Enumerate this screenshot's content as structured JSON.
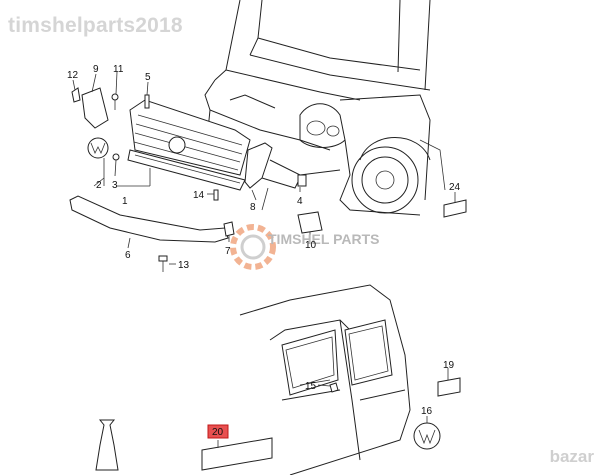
{
  "watermark": "timshelparts2018",
  "logo_text": "TIMSHEL PARTS",
  "corner_text": "bazar",
  "callouts": {
    "c1": "1",
    "c2": "2",
    "c3": "3",
    "c4": "4",
    "c5": "5",
    "c6": "6",
    "c7": "7",
    "c8": "8",
    "c9": "9",
    "c10": "10",
    "c11": "11",
    "c12": "12",
    "c13": "13",
    "c14": "14",
    "c15": "15",
    "c16": "16",
    "c19": "19",
    "c20": "20",
    "c24": "24"
  },
  "highlight_color": "#e02020",
  "logo_gear_color": "#e8743a"
}
